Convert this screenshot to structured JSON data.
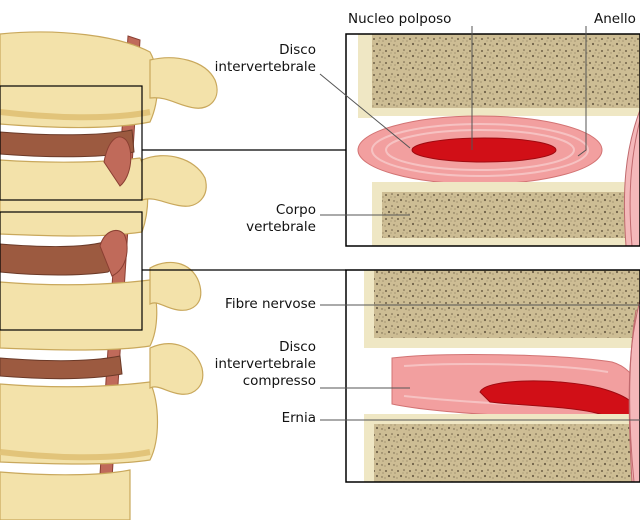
{
  "labels": {
    "nucleo": "Nucleo polposo",
    "anello": "Anello",
    "disco_l1": "Disco",
    "disco_l2": "intervertebrale",
    "corpo_l1": "Corpo",
    "corpo_l2": "vertebrale",
    "fibre": "Fibre nervose",
    "compr_l1": "Disco",
    "compr_l2": "intervertebrale",
    "compr_l3": "compresso",
    "ernia": "Ernia"
  },
  "colors": {
    "bone": "#f3e2aa",
    "bone_shadow": "#e2c47a",
    "disc_band": "#9c5a40",
    "nerve": "#c06a5a",
    "nucleus": "#d10f17",
    "annulus": "#f29f9f",
    "annulus_ring": "#f6c2c2",
    "spongy": "#cdbd94",
    "cortical": "#efe7c4"
  }
}
